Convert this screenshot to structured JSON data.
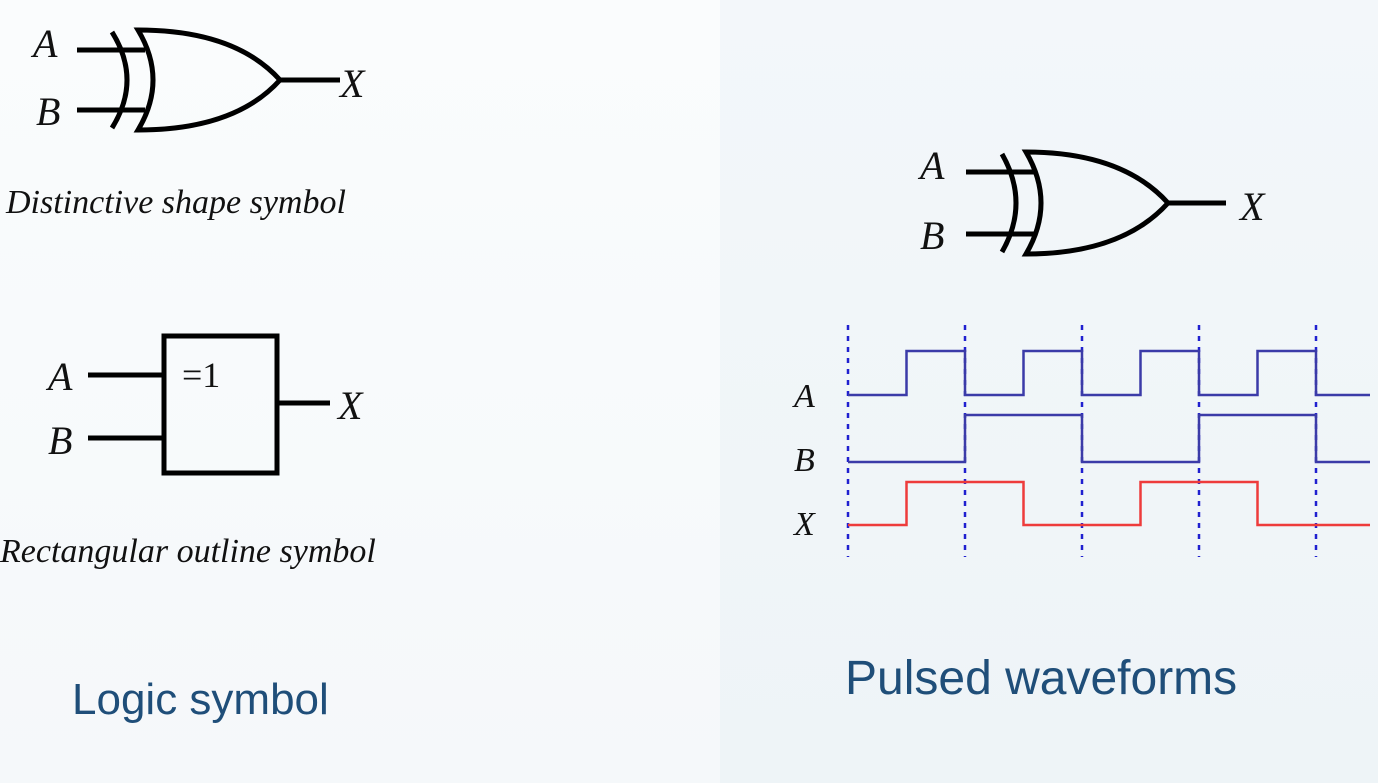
{
  "distinctive": {
    "input_a": "A",
    "input_b": "B",
    "output": "X",
    "caption": "Distinctive shape symbol"
  },
  "rectangular": {
    "input_a": "A",
    "input_b": "B",
    "output": "X",
    "box_label": "=1",
    "caption": "Rectangular outline symbol"
  },
  "logic_title": "Logic symbol",
  "waveform_gate": {
    "input_a": "A",
    "input_b": "B",
    "output": "X"
  },
  "waveforms": {
    "title": "Pulsed waveforms",
    "colors": {
      "input": "#3b3ba8",
      "output": "#ee3b3b",
      "divider": "#2020d0"
    },
    "signals": [
      {
        "name": "A",
        "kind": "input",
        "levels": [
          0,
          1,
          0,
          1,
          0,
          1,
          0,
          1,
          0
        ]
      },
      {
        "name": "B",
        "kind": "input",
        "levels": [
          0,
          0,
          1,
          1,
          0,
          0,
          1,
          1,
          0
        ]
      },
      {
        "name": "X",
        "kind": "output",
        "levels": [
          0,
          1,
          1,
          0,
          0,
          1,
          1,
          0,
          0
        ]
      }
    ]
  }
}
